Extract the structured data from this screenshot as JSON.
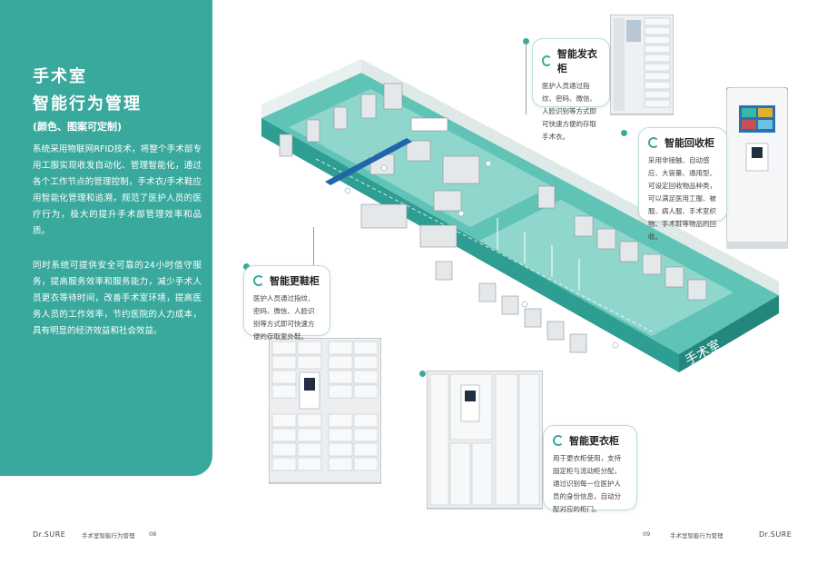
{
  "left": {
    "title1": "手术室",
    "title2": "智能行为管理",
    "subtitle": "(颜色、图案可定制)",
    "para1": "系统采用物联网RFID技术，将整个手术部专用工服实现收发自动化、管理智能化，通过各个工作节点的管理控制，手术衣/手术鞋应用智能化管理和追溯，规范了医护人员的医疗行为，极大的提升手术部管理效率和品质。",
    "para2": "同时系统可提供安全可靠的24小时值守服务，提高服务效率和服务能力，减少手术人员更衣等待时间，改善手术室环境，提高医务人员的工作效率，节约医院的人力成本，具有明显的经济效益和社会效益。"
  },
  "scene": {
    "room_label": "手术室"
  },
  "cards": {
    "issue": {
      "title": "智能发衣柜",
      "body": "医护人员通过指纹、密码、微信、人脸识别等方式即可快速方便的存取手术衣。"
    },
    "recycle": {
      "title": "智能回收柜",
      "body": "采用非接触、自动感应、大容量、通用型、可设定回收物品种类，可以满足医用工服、被服、病人服、手术室织物、手术鞋等物品的回收。"
    },
    "shoe": {
      "title": "智能更鞋柜",
      "body": "医护人员通过指纹、密码、微信、人脸识别等方式即可快速方便的存取室外鞋。"
    },
    "locker": {
      "title": "智能更衣柜",
      "body": "用于更衣柜使用，支持固定柜与流动柜分配，通过识别每一位医护人员的身份信息，自动分配对应的柜门。"
    }
  },
  "footer": {
    "left_logo": "Dr.SURE",
    "left_text": "手术室智能行为管理",
    "left_page": "08",
    "right_page": "09",
    "right_text": "手术室智能行为管理",
    "right_logo": "Dr.SURE"
  },
  "colors": {
    "accent": "#3aa99d",
    "floor": "#5fc3b6",
    "wall": "#2f9e92"
  }
}
